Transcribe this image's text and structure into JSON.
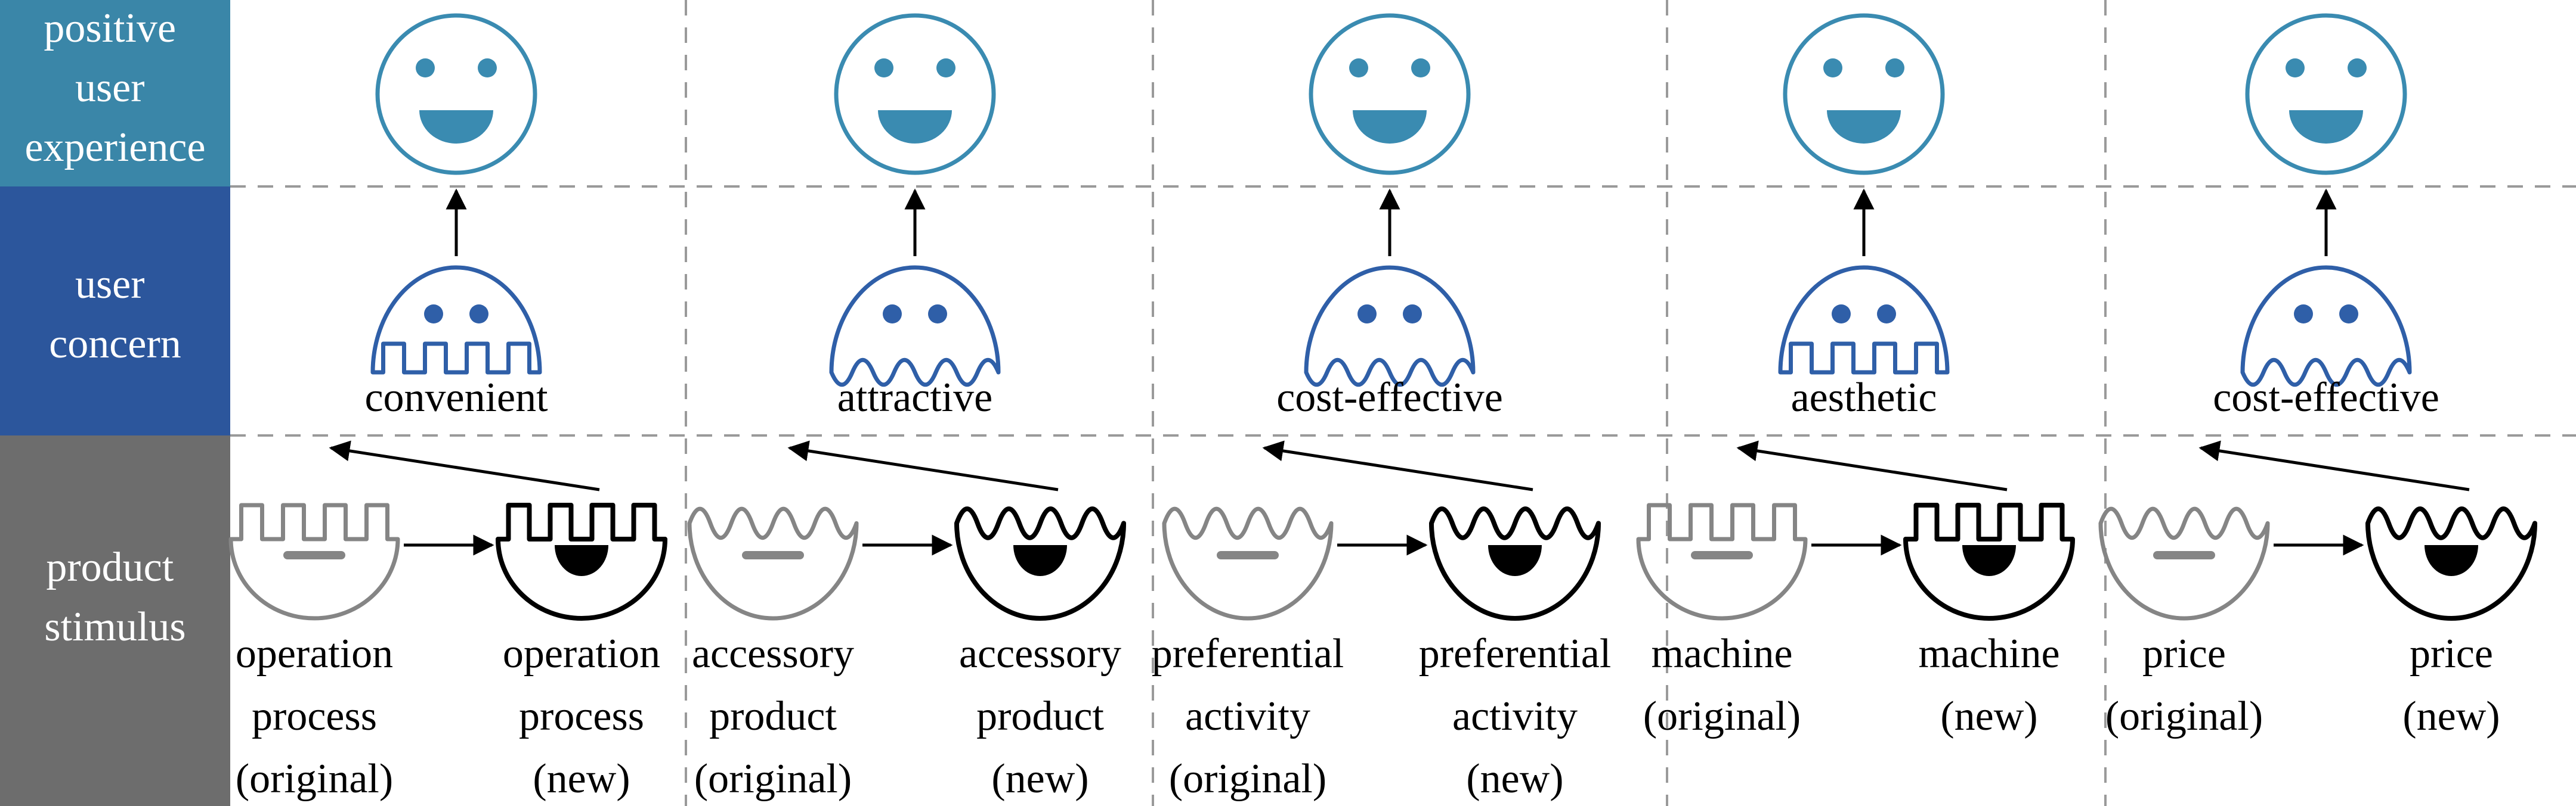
{
  "rows": {
    "experience": {
      "lines": [
        "positive",
        "user",
        "experience"
      ],
      "color": "#3a86a8"
    },
    "concern": {
      "lines": [
        "user",
        "concern"
      ],
      "color": "#2c569c"
    },
    "stimulus": {
      "lines": [
        "product",
        "stimulus"
      ],
      "color": "#6d6d6d"
    }
  },
  "colors": {
    "experience_icon": "#3a8bb1",
    "concern_icon": "#2f5fa8",
    "original_icon": "#858585",
    "new_icon": "#000000",
    "divider": "#9a9a9a"
  },
  "columns": [
    {
      "concern_label": "convenient",
      "concern_shape": "square",
      "original_label": [
        "operation",
        "process",
        "(original)"
      ],
      "new_label": [
        "operation",
        "process",
        "(new)"
      ],
      "icon_shape": "square"
    },
    {
      "concern_label": "attractive",
      "concern_shape": "wave",
      "original_label": [
        "accessory",
        "product",
        "(original)"
      ],
      "new_label": [
        "accessory",
        "product",
        "(new)"
      ],
      "icon_shape": "wave"
    },
    {
      "concern_label": "cost-effective",
      "concern_shape": "wave",
      "original_label": [
        "preferential",
        "activity",
        "(original)"
      ],
      "new_label": [
        "preferential",
        "activity",
        "(new)"
      ],
      "icon_shape": "wave"
    },
    {
      "concern_label": "aesthetic",
      "concern_shape": "square",
      "original_label": [
        "machine",
        "(original)"
      ],
      "new_label": [
        "machine",
        "(new)"
      ],
      "icon_shape": "square"
    },
    {
      "concern_label": "cost-effective",
      "concern_shape": "wave",
      "original_label": [
        "price",
        "(original)"
      ],
      "new_label": [
        "price",
        "(new)"
      ],
      "icon_shape": "wave"
    }
  ]
}
